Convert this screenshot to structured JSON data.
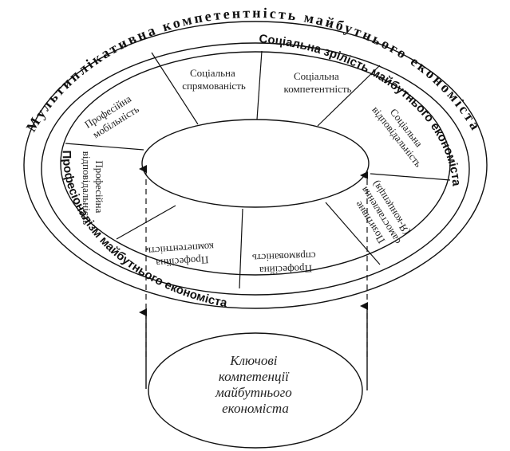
{
  "outer_title": "Мультиплікативна компетентність майбутнього економіста",
  "ring_titles": {
    "social": "Соціальна зрілість майбутнього економіста",
    "professional": "Професіоналізм майбутнього економіста"
  },
  "social_cells": {
    "orientation": [
      "Соціальна",
      "спрямованість"
    ],
    "competence": [
      "Соціальна",
      "компетентність"
    ],
    "responsibility": [
      "Соціальна",
      "відповідальність"
    ],
    "self_presentation": [
      "Позитивне",
      "самоставлення",
      "(Я-концепція)"
    ]
  },
  "professional_cells": {
    "orientation": [
      "Професійна",
      "спрямованість"
    ],
    "competence": [
      "Професійна",
      "компетентність"
    ],
    "responsibility": [
      "Професійна",
      "відповідальність"
    ],
    "mobility": [
      "Професійна",
      "мобільність"
    ]
  },
  "core": [
    "Ключові",
    "компетенції",
    "майбутнього",
    "економіста"
  ]
}
